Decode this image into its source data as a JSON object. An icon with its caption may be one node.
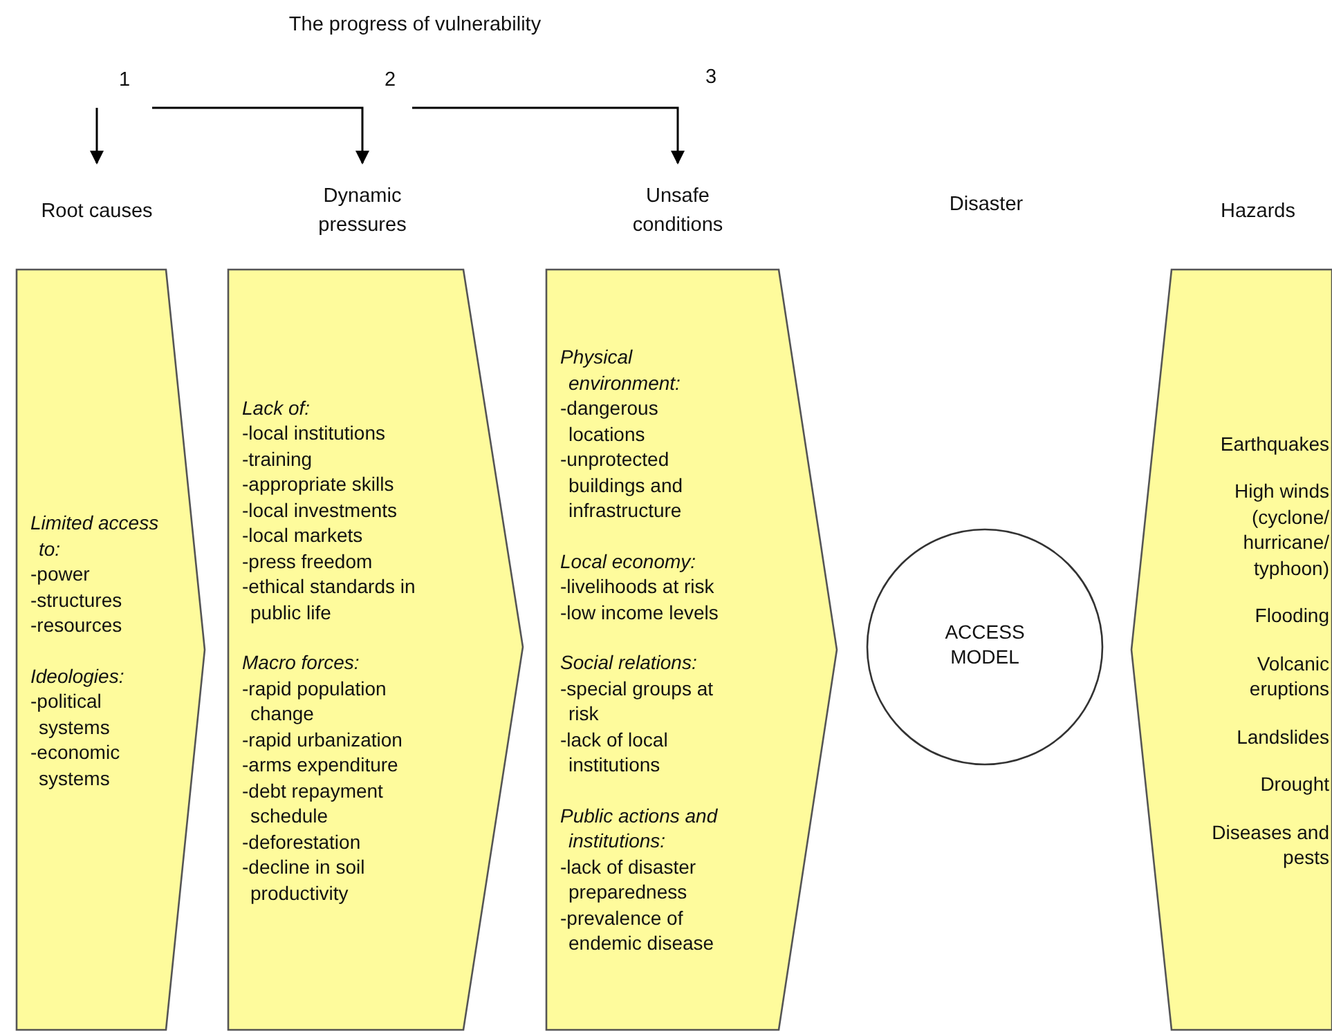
{
  "diagram": {
    "title": "The progress of vulnerability",
    "nodes": [
      {
        "text": [
          "1"
        ]
      },
      {
        "text": [
          "2"
        ]
      },
      {
        "text": [
          "Root causes",
          "*Limited access to:* -power -structures -resources",
          "*Ideologies:* -political systems -economic systems"
        ]
      },
      {
        "text": [
          "Dynamic pressures",
          "*Lack of:* -local institutions -training -appropriate skills -local investments -local markets -press freedom -ethical standards in public life",
          "*Macro forces:* -rapid population change -rapid urbanization -arms expenditure -debt repayment schedule -deforestation -decline in soil productivity"
        ]
      },
      {
        "text": [
          "Unsafe conditions",
          "*Physical environment:* -dangerous locations -unprotected buildings and infrastructure",
          "*Local economy:* -livelihoods at risk -low income levels",
          "*Social relations:* -special groups at risk -lack of local institutions",
          "*Public actions and institutions:* -lack of disaster preparedness -prevalence of endemic disease"
        ]
      },
      {
        "text": [
          "ACCESS MODEL"
        ]
      },
      {
        "text": [
          "Hazards",
          "Earthquakes",
          "High winds (cyclone/ hurricane/ typhoon)",
          "Flooding",
          "Volcanic eruptions",
          "Landslides",
          "Drought",
          "Diseases and pests"
        ]
      }
    ],
    "edges": [
      {
        "from": 0,
        "to": 2,
        "arrow": "to"
      },
      {
        "from": 0,
        "to": 3,
        "arrow": "to"
      },
      {
        "from": 1,
        "to": 4,
        "arrow": "to"
      }
    ],
    "labels": [
      "3",
      "Disaster"
    ]
  }
}
